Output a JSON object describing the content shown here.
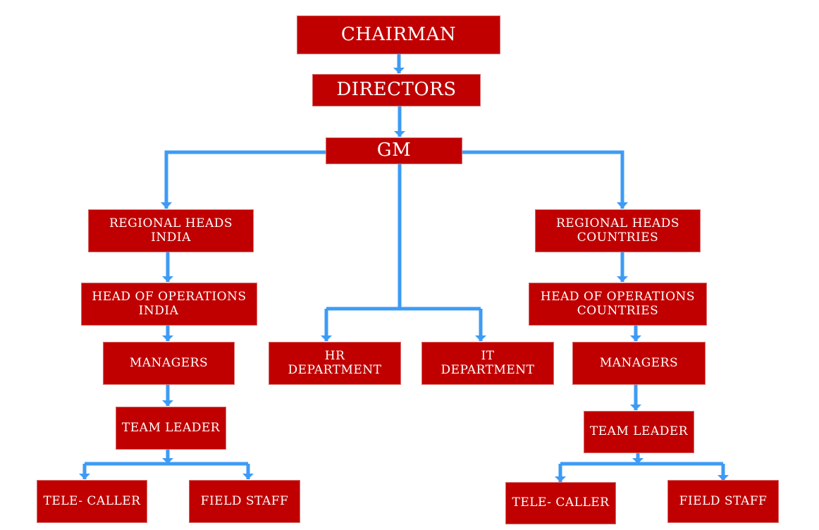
{
  "diagram": {
    "type": "organization-chart",
    "colors": {
      "box_fill": "#c00000",
      "box_text": "#ffffff",
      "connector": "#3d9bf5"
    },
    "nodes": {
      "chairman": {
        "line1": "CHAIRMAN"
      },
      "directors": {
        "line1": "DIRECTORS"
      },
      "gm": {
        "line1": "GM"
      },
      "rh_india": {
        "line1": "REGIONAL HEADS",
        "line2": "INDIA"
      },
      "hoo_india": {
        "line1": "HEAD OF OPERATIONS",
        "line2": "INDIA"
      },
      "mgr_india": {
        "line1": "MANAGERS"
      },
      "tl_india": {
        "line1": "TEAM LEADER"
      },
      "tc_india": {
        "line1": "TELE- CALLER"
      },
      "fs_india": {
        "line1": "FIELD STAFF"
      },
      "hr": {
        "line1": "HR",
        "line2": "DEPARTMENT"
      },
      "it": {
        "line1": "IT",
        "line2": "DEPARTMENT"
      },
      "rh_countries": {
        "line1": "REGIONAL HEADS",
        "line2": "COUNTRIES"
      },
      "hoo_countries": {
        "line1": "HEAD OF OPERATIONS",
        "line2": "COUNTRIES"
      },
      "mgr_countries": {
        "line1": "MANAGERS"
      },
      "tl_countries": {
        "line1": "TEAM LEADER"
      },
      "tc_countries": {
        "line1": "TELE- CALLER"
      },
      "fs_countries": {
        "line1": "FIELD STAFF"
      }
    },
    "edges": [
      [
        "chairman",
        "directors"
      ],
      [
        "directors",
        "gm"
      ],
      [
        "gm",
        "rh_india"
      ],
      [
        "gm",
        "rh_countries"
      ],
      [
        "gm",
        "hr"
      ],
      [
        "gm",
        "it"
      ],
      [
        "rh_india",
        "hoo_india"
      ],
      [
        "hoo_india",
        "mgr_india"
      ],
      [
        "mgr_india",
        "tl_india"
      ],
      [
        "tl_india",
        "tc_india"
      ],
      [
        "tl_india",
        "fs_india"
      ],
      [
        "rh_countries",
        "hoo_countries"
      ],
      [
        "hoo_countries",
        "mgr_countries"
      ],
      [
        "mgr_countries",
        "tl_countries"
      ],
      [
        "tl_countries",
        "tc_countries"
      ],
      [
        "tl_countries",
        "fs_countries"
      ]
    ]
  }
}
